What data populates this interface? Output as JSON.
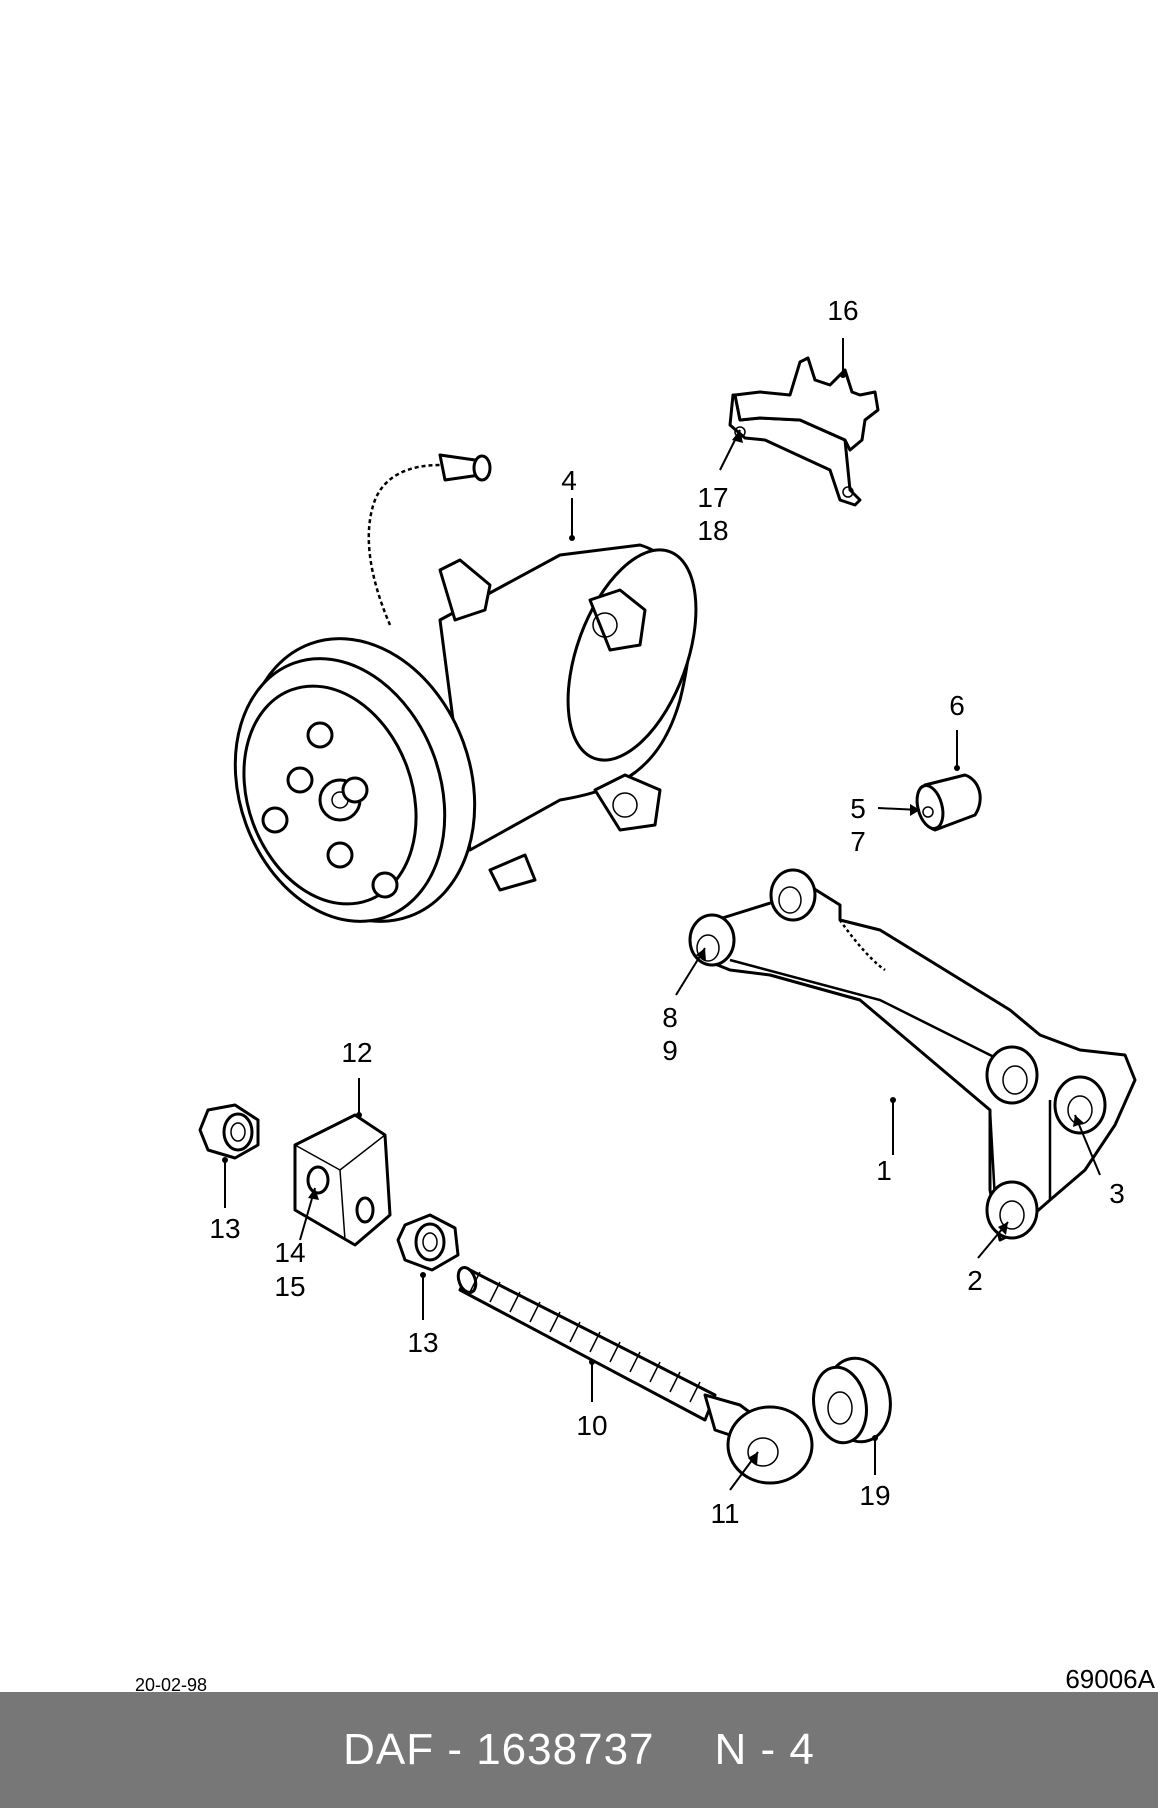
{
  "callouts": [
    "1",
    "2",
    "3",
    "4",
    "5",
    "6",
    "7",
    "8",
    "9",
    "10",
    "11",
    "12",
    "13",
    "13",
    "14",
    "15",
    "16",
    "17",
    "18",
    "19"
  ],
  "date_code": "20-02-98",
  "drawing_ref": "69006A",
  "footer": {
    "brand_part": "DAF - 1638737",
    "group": "N - 4"
  },
  "colors": {
    "footer_bg": "#777777",
    "footer_text": "#ffffff"
  }
}
